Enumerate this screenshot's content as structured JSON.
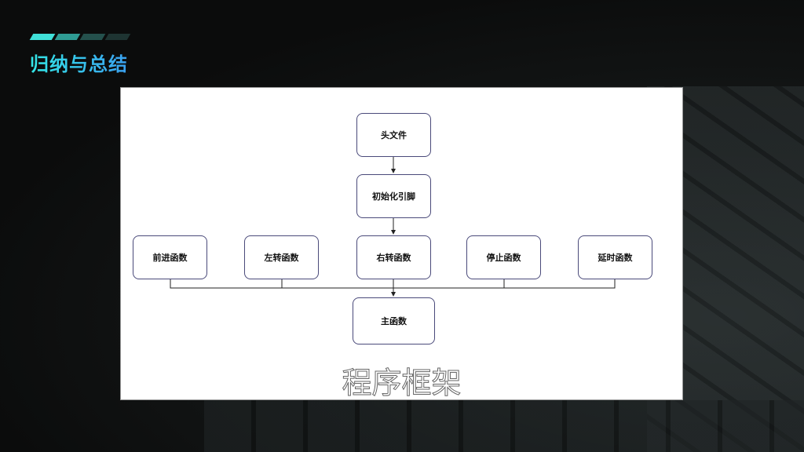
{
  "slide": {
    "title": "归纳与总结",
    "accent_bars": [
      "#40e0d8",
      "#2f9c94",
      "#24504c",
      "#1e3432"
    ]
  },
  "diagram": {
    "caption": "程序框架",
    "nodes": {
      "header": "头文件",
      "init": "初始化引脚",
      "forward": "前进函数",
      "left": "左转函数",
      "right": "右转函数",
      "stop": "停止函数",
      "delay": "延时函数",
      "main": "主函数"
    }
  }
}
